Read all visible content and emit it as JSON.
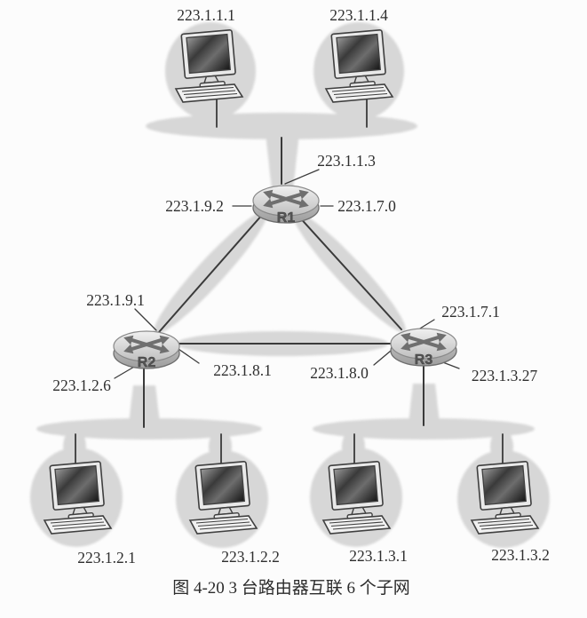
{
  "diagram": {
    "caption": "图 4-20  3 台路由器互联 6 个子网",
    "routers": {
      "r1": "R1",
      "r2": "R2",
      "r3": "R3"
    },
    "hosts": {
      "top_left": "223.1.1.1",
      "top_right": "223.1.1.4",
      "bottom_left_1": "223.1.2.1",
      "bottom_left_2": "223.1.2.2",
      "bottom_right_1": "223.1.3.1",
      "bottom_right_2": "223.1.3.2"
    },
    "interfaces": {
      "r1": {
        "lan": "223.1.1.3",
        "to_r2": "223.1.9.2",
        "to_r3": "223.1.7.0"
      },
      "r2": {
        "to_r1": "223.1.9.1",
        "to_r3": "223.1.8.1",
        "lan": "223.1.2.6"
      },
      "r3": {
        "to_r1": "223.1.7.1",
        "to_r2": "223.1.8.0",
        "lan": "223.1.3.27"
      }
    },
    "colors": {
      "cloud": "#d6d6d6",
      "line": "#3a3a3a",
      "text": "#2e2e2e"
    }
  }
}
